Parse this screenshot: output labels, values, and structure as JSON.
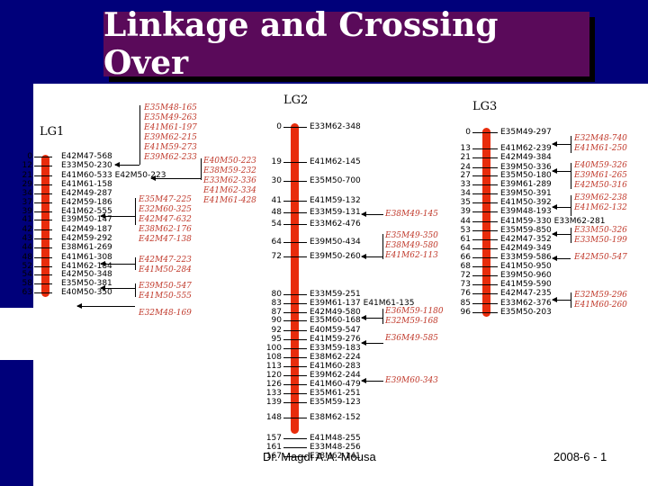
{
  "title": "Linkage and Crossing Over",
  "footer": {
    "author": "Dr. Magdi A.A. Mousa",
    "date": "2008-6 - 1"
  },
  "lg1": {
    "label": "LG1",
    "markers": [
      {
        "pos": "0",
        "name": "E42M47-568"
      },
      {
        "pos": "12",
        "name": "E33M50-230"
      },
      {
        "pos": "21",
        "name": "E41M60-533 E42M50-223"
      },
      {
        "pos": "29",
        "name": "E41M61-158"
      },
      {
        "pos": "34",
        "name": "E42M49-287"
      },
      {
        "pos": "37",
        "name": "E42M59-186"
      },
      {
        "pos": "39",
        "name": "E41M62-555"
      },
      {
        "pos": "41",
        "name": "E39M50-147"
      },
      {
        "pos": "42",
        "name": "E42M49-187"
      },
      {
        "pos": "43",
        "name": "E42M59-292"
      },
      {
        "pos": "44",
        "name": "E38M61-269"
      },
      {
        "pos": "48",
        "name": "E41M61-308"
      },
      {
        "pos": "52",
        "name": "E41M62-184"
      },
      {
        "pos": "54",
        "name": "E42M50-348"
      },
      {
        "pos": "58",
        "name": "E35M50-381"
      },
      {
        "pos": "63",
        "name": "E40M50-350"
      }
    ],
    "annotations": [
      {
        "lines": [
          "E35M48-165",
          "E35M49-263",
          "E41M61-197",
          "E39M62-215",
          "E41M59-273",
          "E39M62-233"
        ]
      },
      {
        "lines": [
          "E40M50-223",
          "E38M59-232",
          "E33M62-336",
          "E41M62-334",
          "E41M61-428"
        ]
      },
      {
        "lines": [
          "E35M47-225",
          "E32M60-325",
          "E42M47-632",
          "E38M62-176",
          "E42M47-138"
        ]
      },
      {
        "lines": [
          "E42M47-223",
          "E41M50-284"
        ]
      },
      {
        "lines": [
          "E39M50-547",
          "E41M50-555"
        ]
      },
      {
        "lines": [
          "E32M48-169"
        ]
      }
    ]
  },
  "lg2": {
    "label": "LG2",
    "markers": [
      {
        "pos": "0",
        "name": "E33M62-348"
      },
      {
        "pos": "19",
        "name": "E41M62-145"
      },
      {
        "pos": "30",
        "name": "E35M50-700"
      },
      {
        "pos": "41",
        "name": "E41M59-132"
      },
      {
        "pos": "48",
        "name": "E33M59-131"
      },
      {
        "pos": "54",
        "name": "E33M62-476"
      },
      {
        "pos": "64",
        "name": "E39M50-434"
      },
      {
        "pos": "72",
        "name": "E39M50-260"
      },
      {
        "pos": "80",
        "name": "E33M59-251"
      },
      {
        "pos": "83",
        "name": "E39M61-137  E41M61-135"
      },
      {
        "pos": "87",
        "name": "E42M49-580"
      },
      {
        "pos": "90",
        "name": "E35M60-168"
      },
      {
        "pos": "92",
        "name": "E40M59-547"
      },
      {
        "pos": "95",
        "name": "E41M59-276"
      },
      {
        "pos": "100",
        "name": "E33M59-183"
      },
      {
        "pos": "108",
        "name": "E38M62-224"
      },
      {
        "pos": "113",
        "name": "E41M60-283"
      },
      {
        "pos": "120",
        "name": "E39M62-244"
      },
      {
        "pos": "126",
        "name": "E41M60-479"
      },
      {
        "pos": "133",
        "name": "E35M61-251"
      },
      {
        "pos": "139",
        "name": "E35M59-123"
      },
      {
        "pos": "148",
        "name": "E38M62-152"
      },
      {
        "pos": "157",
        "name": "E41M48-255"
      },
      {
        "pos": "161",
        "name": "E33M48-256"
      },
      {
        "pos": "167",
        "name": "E38M62-141"
      }
    ],
    "annotations": [
      {
        "lines": [
          "E38M49-145"
        ]
      },
      {
        "lines": [
          "E35M49-350",
          "E38M49-580",
          "E41M62-113"
        ]
      },
      {
        "lines": [
          "E36M59-1180",
          "E32M59-168"
        ]
      },
      {
        "lines": [
          "E36M49-585"
        ]
      },
      {
        "lines": [
          "E39M60-343"
        ]
      }
    ]
  },
  "lg3": {
    "label": "LG3",
    "markers": [
      {
        "pos": "0",
        "name": "E35M49-297"
      },
      {
        "pos": "13",
        "name": "E41M62-239"
      },
      {
        "pos": "21",
        "name": "E42M49-384"
      },
      {
        "pos": "24",
        "name": "E39M50-336"
      },
      {
        "pos": "27",
        "name": "E35M50-180"
      },
      {
        "pos": "33",
        "name": "E39M61-289"
      },
      {
        "pos": "34",
        "name": "E39M50-391"
      },
      {
        "pos": "35",
        "name": "E41M50-392"
      },
      {
        "pos": "39",
        "name": "E39M48-193"
      },
      {
        "pos": "44",
        "name": "E41M59-330 E33M62-281"
      },
      {
        "pos": "53",
        "name": "E35M59-850"
      },
      {
        "pos": "61",
        "name": "E42M47-352"
      },
      {
        "pos": "64",
        "name": "E42M49-349"
      },
      {
        "pos": "66",
        "name": "E33M59-586"
      },
      {
        "pos": "68",
        "name": "E41M50-950"
      },
      {
        "pos": "72",
        "name": "E39M50-960"
      },
      {
        "pos": "73",
        "name": "E41M59-590"
      },
      {
        "pos": "76",
        "name": "E42M47-235"
      },
      {
        "pos": "85",
        "name": "E33M62-376"
      },
      {
        "pos": "96",
        "name": "E35M50-203"
      }
    ],
    "annotations": [
      {
        "lines": [
          "E32M48-740",
          "E41M61-250"
        ]
      },
      {
        "lines": [
          "E40M59-326",
          "E39M61-265",
          "E42M50-316"
        ]
      },
      {
        "lines": [
          "E39M62-238",
          "E41M62-132"
        ]
      },
      {
        "lines": [
          "E33M50-326",
          "E33M50-199"
        ]
      },
      {
        "lines": [
          "E42M50-547"
        ]
      },
      {
        "lines": [
          "E32M59-296",
          "E41M60-260"
        ]
      }
    ]
  }
}
